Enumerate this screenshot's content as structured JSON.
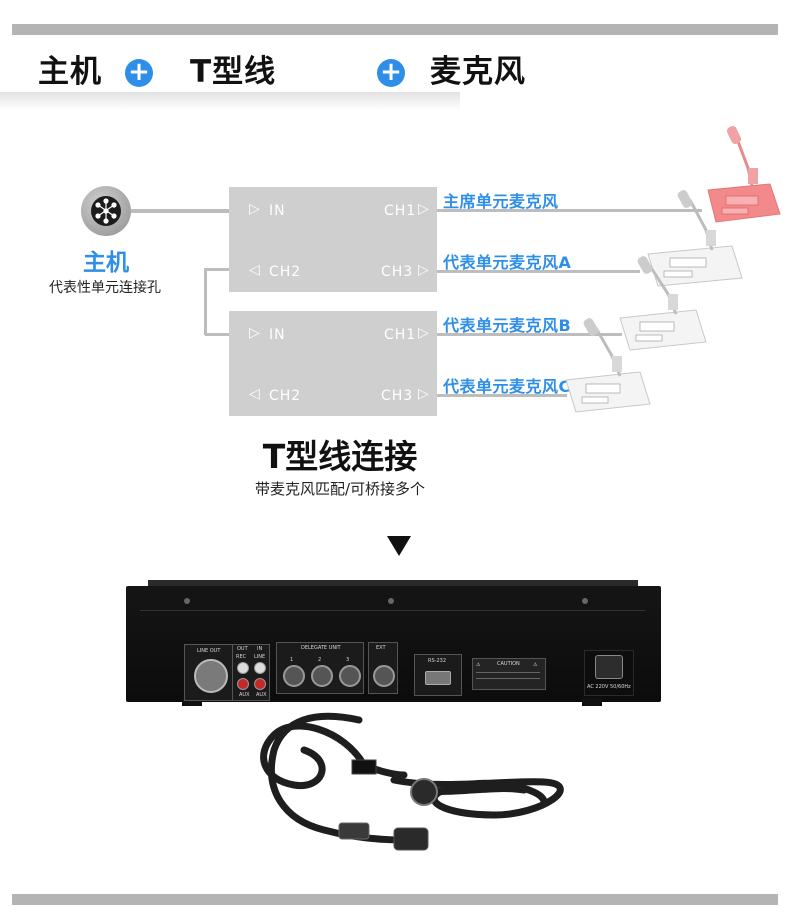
{
  "header": {
    "item1": "主机",
    "item2": "T型线",
    "item3": "麦克风",
    "plus_symbol": "+"
  },
  "host": {
    "label": "主机",
    "sublabel": "代表性单元连接孔"
  },
  "tbox1": {
    "in": "IN",
    "ch1": "CH1",
    "ch2": "CH2",
    "ch3": "CH3"
  },
  "tbox2": {
    "in": "IN",
    "ch1": "CH1",
    "ch2": "CH2",
    "ch3": "CH3"
  },
  "mics": [
    "主席单元麦克风",
    "代表单元麦克风A",
    "代表单元麦克风B",
    "代表单元麦克风C"
  ],
  "section": {
    "title": "T型线连接",
    "subtitle": "带麦克风匹配/可桥接多个"
  },
  "device_panel": {
    "line_out": "LINE OUT",
    "out": "OUT",
    "in": "IN",
    "rec": "REC",
    "line": "LINE",
    "aux": "AUX",
    "delegate_unit": "DELEGATE UNIT",
    "ext": "EXT",
    "rs232": "RS-232",
    "caution": "CAUTION",
    "ac": "AC 220V 50/60Hz",
    "ch_numbers": [
      "1",
      "2",
      "3"
    ]
  },
  "colors": {
    "accent": "#2f8fe8",
    "chair_mic": "#f2898b",
    "box": "#cfcfcf",
    "bar": "#b4b4b4"
  }
}
